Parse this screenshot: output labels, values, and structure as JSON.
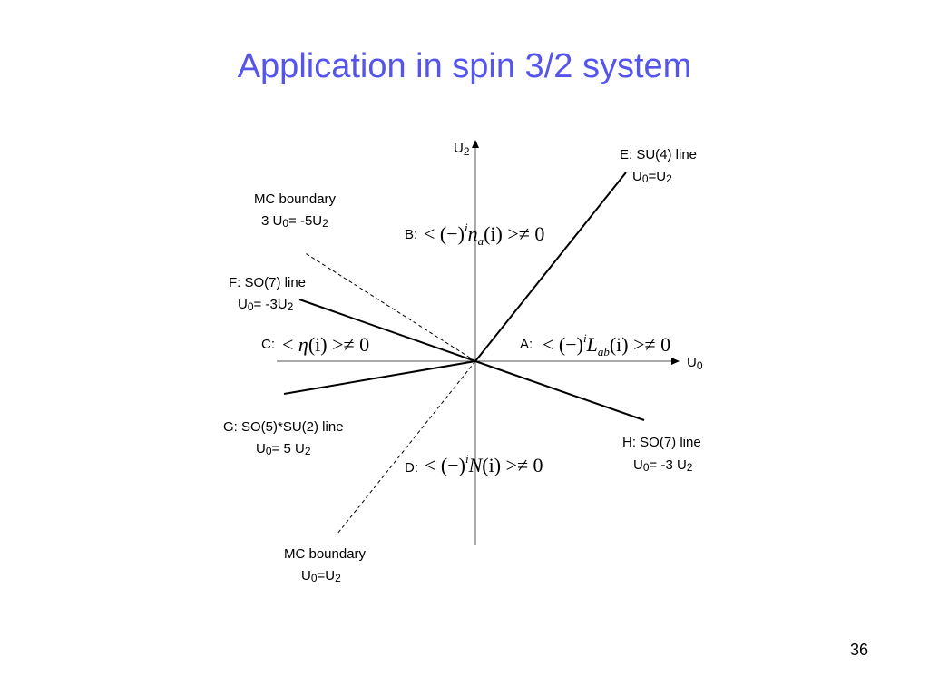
{
  "slide": {
    "title": "Application in spin 3/2 system",
    "page_number": "36"
  },
  "axes": {
    "x_label": "U",
    "x_sub": "0",
    "y_label": "U",
    "y_sub": "2"
  },
  "lines": {
    "E": {
      "l1": "E: SU(4) line",
      "l2a": "U",
      "l2b": "0",
      "l2c": "=U",
      "l2d": "2"
    },
    "F": {
      "l1": "F: SO(7) line",
      "l2a": "U",
      "l2b": "0",
      "l2c": "= -3U",
      "l2d": "2"
    },
    "G": {
      "l1": "G: SO(5)*SU(2) line",
      "l2a": "U",
      "l2b": "0",
      "l2c": "= 5 U",
      "l2d": "2"
    },
    "H": {
      "l1": "H: SO(7) line",
      "l2a": "U",
      "l2b": "0",
      "l2c": "= -3 U",
      "l2d": "2"
    },
    "MC1": {
      "l1": "MC boundary",
      "l2a": "3 U",
      "l2b": "0",
      "l2c": "= -5U",
      "l2d": "2"
    },
    "MC2": {
      "l1": "MC boundary",
      "l2a": "U",
      "l2b": "0",
      "l2c": "=U",
      "l2d": "2"
    }
  },
  "phases": {
    "A": {
      "tag": "A:",
      "pre": "< (−)",
      "sup": "i",
      "op": "L",
      "op_sub": "ab",
      "post": "(i) >≠ 0"
    },
    "B": {
      "tag": "B:",
      "pre": "< (−)",
      "sup": "i",
      "op": "n",
      "op_sub": "a",
      "post": "(i) >≠ 0"
    },
    "C": {
      "tag": "C:",
      "pre": "< ",
      "op": "η",
      "post": "(i) >≠ 0"
    },
    "D": {
      "tag": "D:",
      "pre": "< (−)",
      "sup": "i",
      "op": "N",
      "post": "(i) >≠ 0"
    }
  }
}
